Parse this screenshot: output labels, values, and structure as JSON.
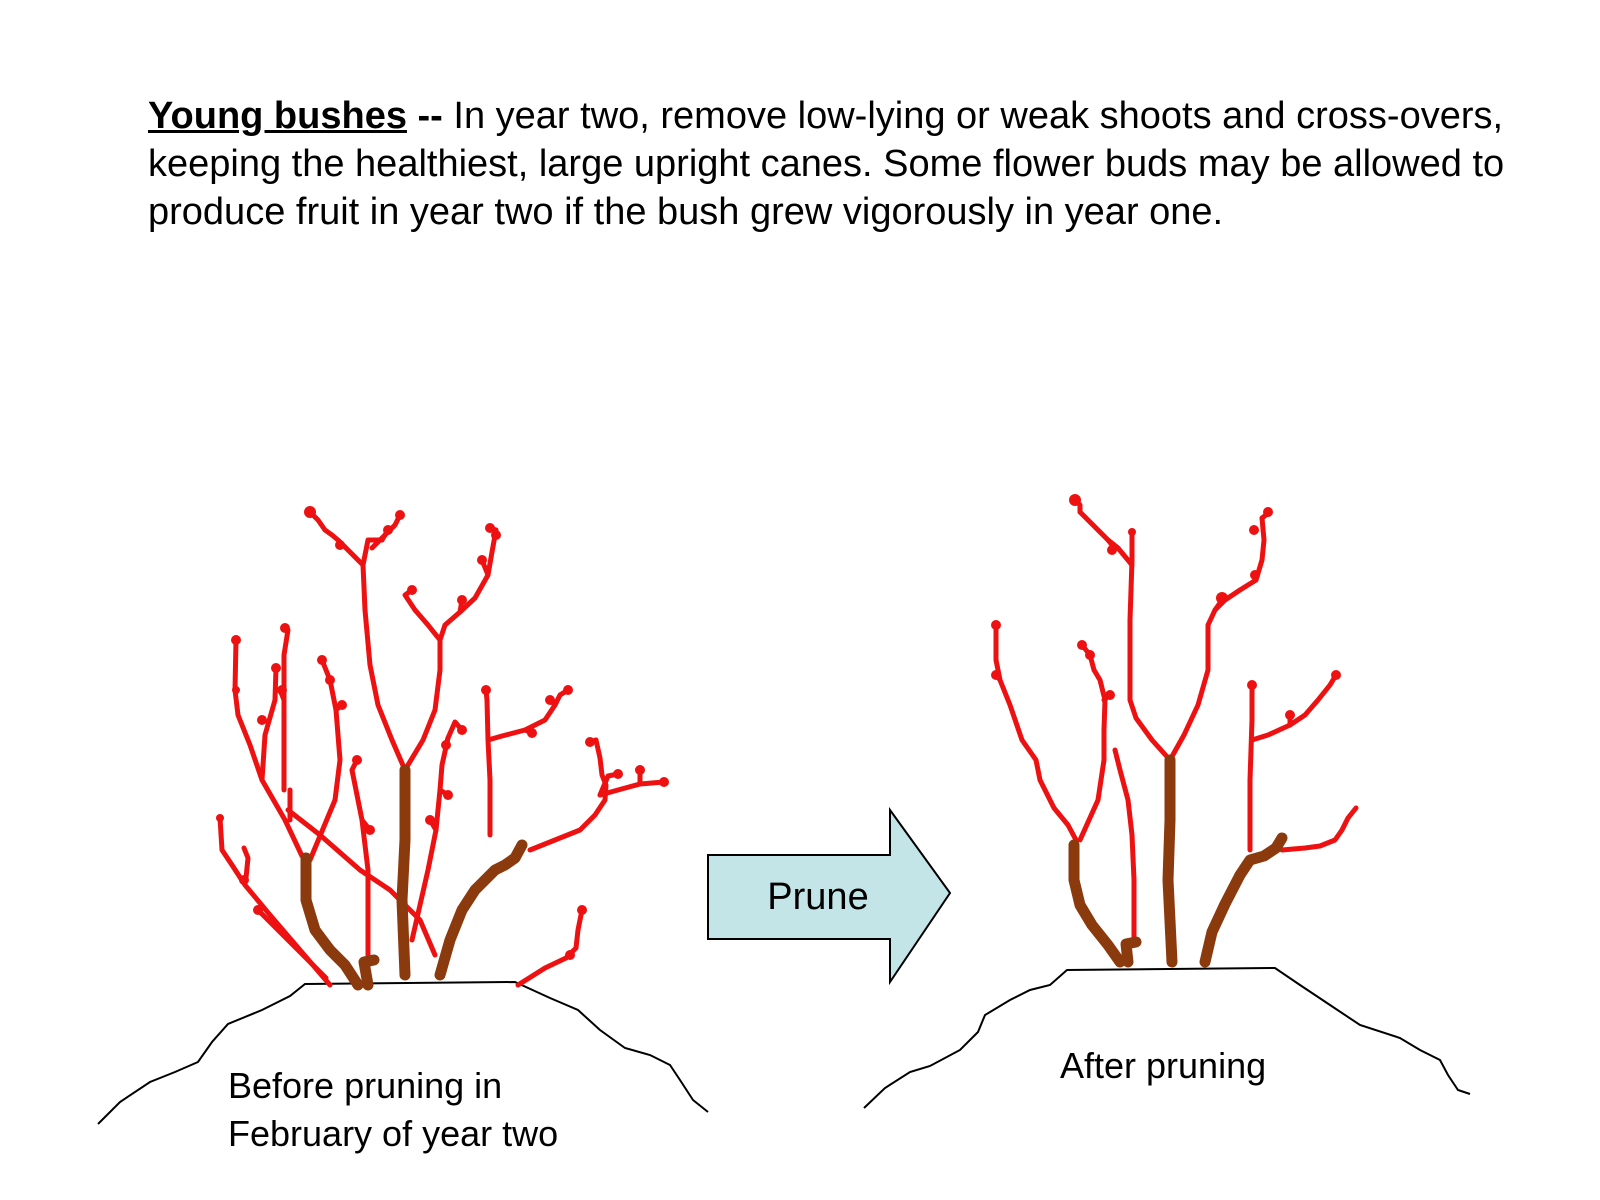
{
  "intro": {
    "heading": "Young bushes",
    "separator": " -- ",
    "body": "In year two, remove low-lying or weak shoots and cross-overs, keeping the healthiest, large upright canes.  Some flower buds may be allowed to produce fruit in year two if the bush grew vigorously in year one."
  },
  "before": {
    "caption_line1": "Before pruning in",
    "caption_line2": "February of year two"
  },
  "after": {
    "caption": "After pruning"
  },
  "arrow": {
    "label": "Prune"
  },
  "colors": {
    "new_growth": "#ee1111",
    "old_wood": "#8b3a0e",
    "arrow_fill": "#c3e5e8",
    "ground_line": "#000000"
  }
}
